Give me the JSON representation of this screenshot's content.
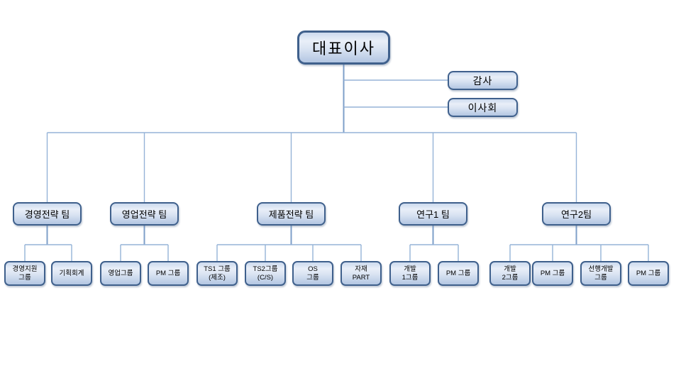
{
  "org": {
    "root": {
      "label": "대표이사"
    },
    "staff": [
      {
        "label": "감사"
      },
      {
        "label": "이사회"
      }
    ],
    "teams": [
      {
        "label": "경영전략 팀",
        "children": [
          {
            "line1": "경영지원",
            "line2": "그룹"
          },
          {
            "line1": "기획회계"
          }
        ]
      },
      {
        "label": "영업전략 팀",
        "children": [
          {
            "line1": "영업그룹"
          },
          {
            "line1": "PM 그룹"
          }
        ]
      },
      {
        "label": "제품전략 팀",
        "children": [
          {
            "line1": "TS1 그룹",
            "line2": "(제조)"
          },
          {
            "line1": "TS2그룹",
            "line2": "(C/S)"
          },
          {
            "line1": "OS",
            "line2": "그룹"
          },
          {
            "line1": "자재",
            "line2": "PART"
          }
        ]
      },
      {
        "label": "연구1 팀",
        "children": [
          {
            "line1": "개발",
            "line2": "1그룹"
          },
          {
            "line1": "PM 그룹"
          }
        ]
      },
      {
        "label": "연구2팀",
        "children": [
          {
            "line1": "개발",
            "line2": "2그룹"
          },
          {
            "line1": "PM 그룹"
          },
          {
            "line1": "선행개발",
            "line2": "그룹"
          },
          {
            "line1": "PM 그룹"
          }
        ]
      }
    ]
  },
  "colors": {
    "node_border": "#3f608c",
    "node_fill_light": "#e9eff8",
    "node_fill_dark": "#b3c6e2",
    "connector": "#95b3d7",
    "text": "#000000",
    "background": "#ffffff"
  }
}
